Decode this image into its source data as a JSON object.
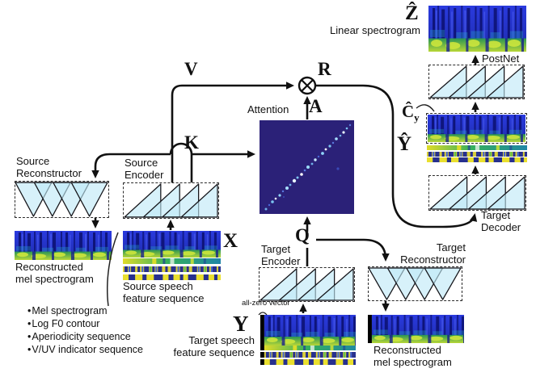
{
  "figure": {
    "labels": {
      "linear_spectrogram": "Linear spectrogram",
      "postnet": "PostNet",
      "attention": "Attention",
      "source_reconstructor": "Source\nReconstructor",
      "source_encoder": "Source\nEncoder",
      "target_encoder": "Target\nEncoder",
      "target_reconstructor": "Target\nReconstructor",
      "target_decoder": "Target\nDecoder",
      "reconstructed_mel_left": "Reconstructed\nmel spectrogram",
      "source_speech_feature": "Source speech\nfeature sequence",
      "target_speech_feature": "Target speech\nfeature sequence",
      "reconstructed_mel_right": "Reconstructed\nmel spectrogram",
      "all_zero_vector": "all-zero vector"
    },
    "math": {
      "v": "V",
      "k": "K",
      "r": "R",
      "a": "A",
      "q": "Q",
      "x": "X",
      "y": "Y",
      "z_hat": "Ẑ",
      "c_hat": "Ĉ",
      "c_hat_sub": "y",
      "y_hat": "Ŷ"
    },
    "feature_list": {
      "items": [
        "Mel spectrogram",
        "Log F0 contour",
        "Aperiodicity sequence",
        "V/UV indicator sequence"
      ]
    },
    "colors": {
      "triangle_fill": "#cfeef9",
      "attention_background": "#2b2178",
      "spectrogram_blue": "#2334c4",
      "line": "#111111"
    }
  }
}
